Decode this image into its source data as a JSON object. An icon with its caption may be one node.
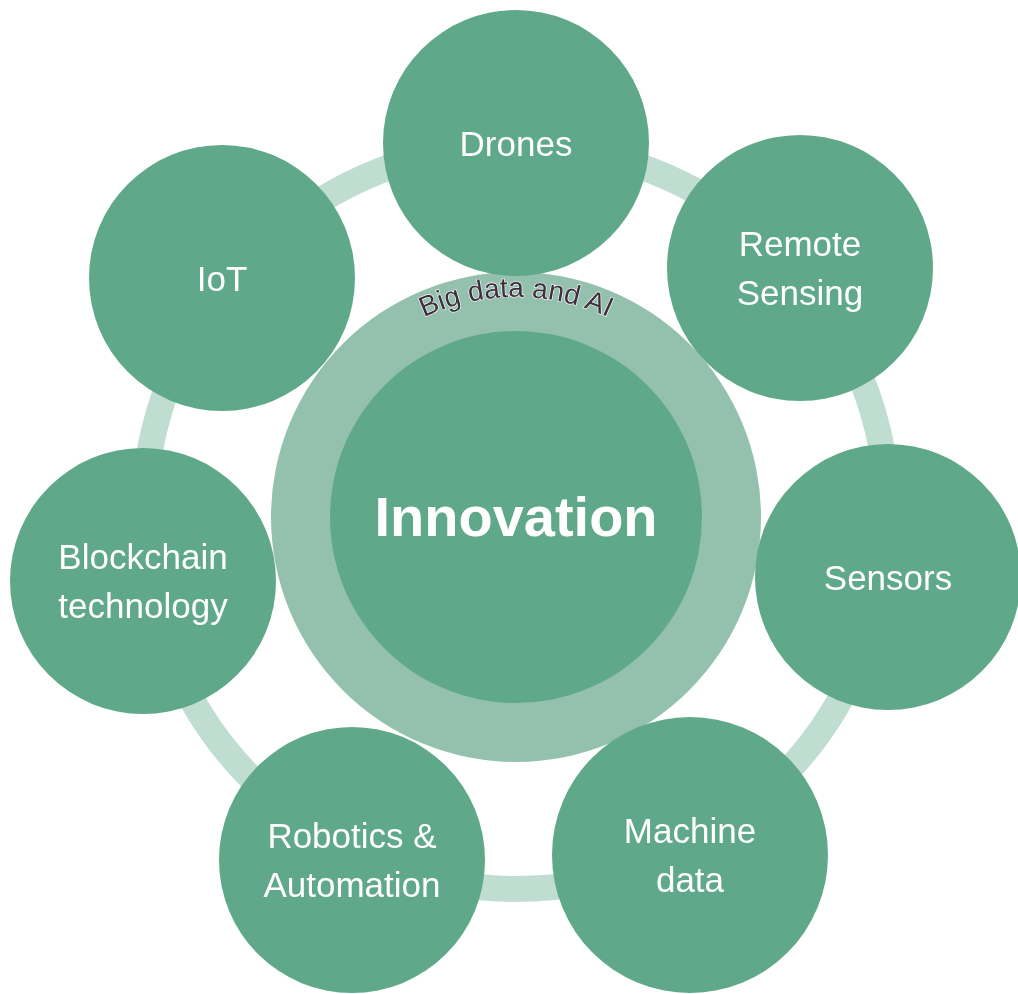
{
  "diagram": {
    "nodes": [
      {
        "text": [
          "Big data and AI"
        ]
      },
      {
        "text": [
          "Innovation"
        ],
        "in": 0
      },
      {
        "text": [
          "Drones"
        ]
      },
      {
        "text": [
          "Remote Sensing"
        ]
      },
      {
        "text": [
          "Sensors"
        ]
      },
      {
        "text": [
          "Machine data"
        ]
      },
      {
        "text": [
          "Robotics & Automation"
        ]
      },
      {
        "text": [
          "Blockchain technology"
        ]
      },
      {
        "text": [
          "IoT"
        ]
      }
    ]
  }
}
